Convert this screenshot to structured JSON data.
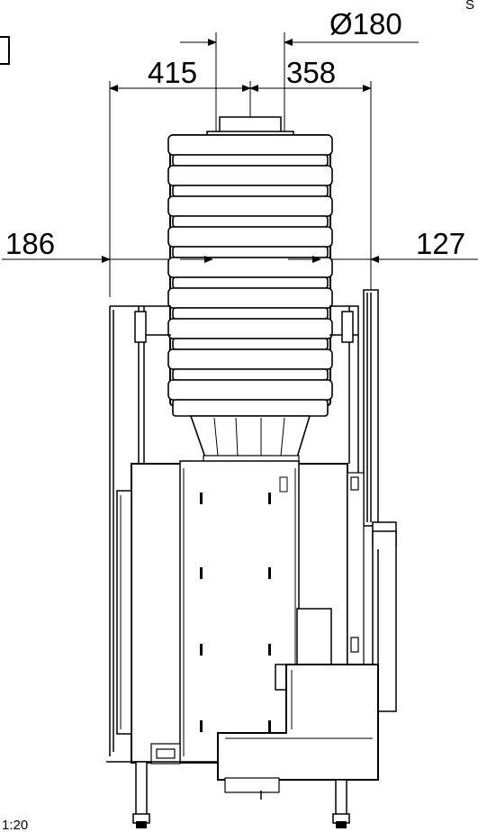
{
  "drawing": {
    "dimensions": {
      "diameter": "Ø180",
      "left_offset": "415",
      "right_offset": "358",
      "left_side": "186",
      "right_side": "127"
    },
    "scale_note": "1:20",
    "corner_mark": "S"
  }
}
